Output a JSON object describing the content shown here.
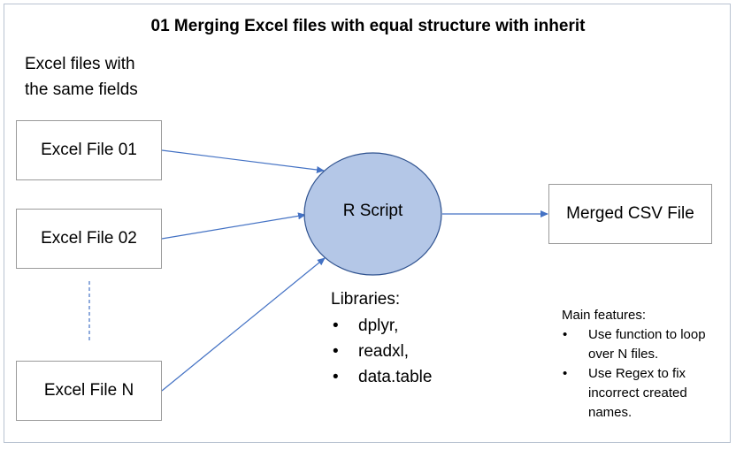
{
  "title": "01 Merging Excel files with equal structure with inherit",
  "note": {
    "line1": "Excel files with",
    "line2": "the same fields"
  },
  "inputs": [
    {
      "label": "Excel File 01"
    },
    {
      "label": "Excel File 02"
    },
    {
      "label": "Excel File N"
    }
  ],
  "process": {
    "label": "R Script"
  },
  "output": {
    "label": "Merged CSV File"
  },
  "libraries": {
    "heading": "Libraries:",
    "items": [
      "dplyr,",
      "readxl,",
      "data.table"
    ]
  },
  "features": {
    "heading": "Main features:",
    "items": [
      "Use function to loop over N files.",
      "Use Regex to fix incorrect created names."
    ]
  },
  "colors": {
    "circle_fill": "#b4c7e7",
    "circle_stroke": "#2f528f",
    "arrow": "#4472c4",
    "box_border": "#9a9a9a",
    "frame": "#b9c3d1"
  }
}
